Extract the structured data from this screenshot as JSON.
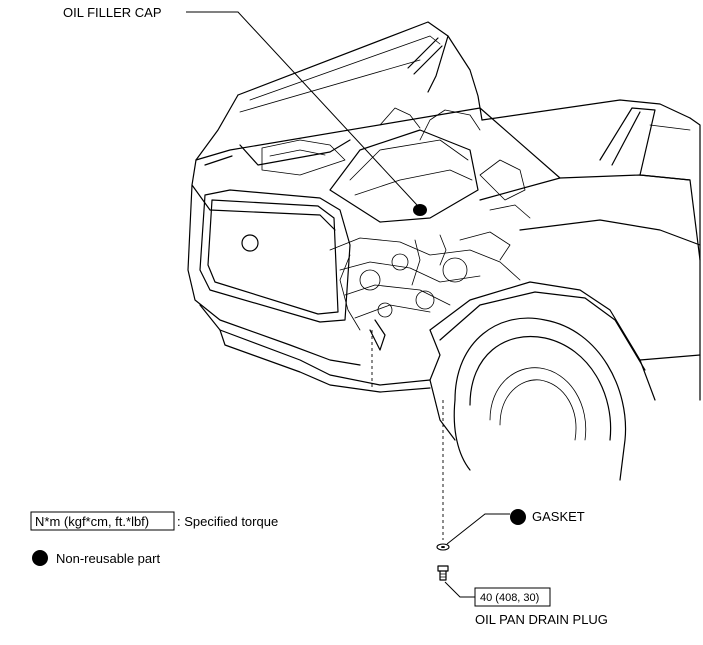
{
  "callouts": {
    "oil_filler_cap": "OIL FILLER CAP",
    "gasket": "GASKET",
    "oil_pan_drain_plug": "OIL PAN DRAIN PLUG"
  },
  "torque": {
    "drain_plug_value": "40 (408, 30)"
  },
  "legend": {
    "torque_unit_box": "N*m (kgf*cm, ft.*lbf)",
    "torque_desc": ": Specified torque",
    "non_reusable_desc": "Non-reusable part"
  },
  "colors": {
    "ink": "#000000",
    "background": "#ffffff"
  }
}
